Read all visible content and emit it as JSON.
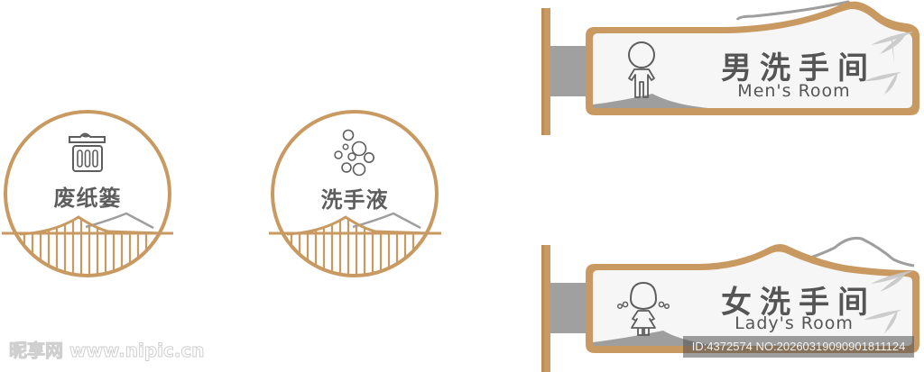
{
  "colors": {
    "wood": "#c89a62",
    "wood_dark": "#b5834b",
    "gray_mount": "#a0a0a0",
    "panel": "#f6f6f6",
    "text": "#555555",
    "mountain": "#9e9e9e"
  },
  "round_signs": [
    {
      "label": "废纸篓",
      "icon": "trash-bin-icon"
    },
    {
      "label": "洗手液",
      "icon": "bubbles-icon"
    }
  ],
  "hanging_signs": [
    {
      "title_cn": "男洗手间",
      "title_en": "Men's Room",
      "icon": "male-figure-icon"
    },
    {
      "title_cn": "女洗手间",
      "title_en": "Lady's Room",
      "icon": "female-figure-icon"
    }
  ],
  "watermarks": {
    "site": "昵享网 www.nipic.cn",
    "id_text": "ID:4372574 NO:20260319090901811124"
  }
}
